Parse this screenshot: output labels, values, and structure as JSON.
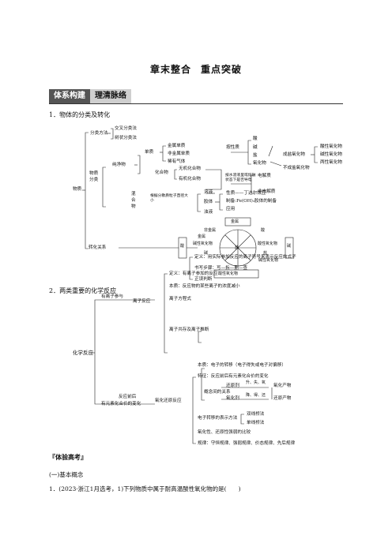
{
  "page": {
    "title_part1": "章末整合",
    "title_part2": "重点突破",
    "banner_left": "体系构建",
    "banner_right": "理清脉络"
  },
  "section1": {
    "heading": "1．物体的分类及转化",
    "root": "物质",
    "classify_methods": "分类方法",
    "method1": "交叉分类法",
    "method2": "树状分类法",
    "wuzhi_fenlei": "物质分类",
    "pure": "纯净物",
    "simple": "单质",
    "simple1": "金属单质",
    "simple2": "非金属单质",
    "simple3": "稀有气体",
    "compound": "化合物",
    "inorganic": "无机化合物",
    "organic": "有机化合物",
    "by_property": "按性质",
    "acid": "酸",
    "base": "碱",
    "salt": "盐",
    "oxide": "氧化物",
    "salt_forming_oxide": "成盐氧化物",
    "acidic_oxide": "酸性氧化物",
    "basic_oxide": "碱性氧化物",
    "amphoteric_oxide": "两性氧化物",
    "non_salt_oxide": "不成盐氧化物",
    "electrolyte_criterion": "按水溶液里或熔融状态下是否导电",
    "electrolyte": "电解质",
    "non_electrolyte": "非电解质",
    "mixture": "混合物",
    "dispersion_basis": "根据分散质粒子直径大小",
    "solution": "溶液",
    "colloid": "胶体",
    "suspension": "浊液",
    "colloid_prop": "性质——丁达尔效应",
    "colloid_prep": "制备:Fe(OH)₃胶体的制备",
    "colloid_app": "应用",
    "transform": "转化关系",
    "wheel_metal": "金属",
    "wheel_nonmetal": "非金属",
    "wheel_basic_oxide": "碱性氧化物",
    "wheel_acidic_oxide": "酸性氧化物",
    "wheel_base": "碱",
    "wheel_acid": "酸",
    "wheel_salt": "盐",
    "wheel_corner_acid": "酸",
    "wheel_corner_base": "碱",
    "wheel_bottom": "酸性氧化物",
    "wheel_top": "金属"
  },
  "section2": {
    "heading": "2．两类重要的化学反应",
    "root": "化学反应",
    "ion_branch_label": "有离子参与",
    "ion_reaction": "离子反应",
    "ion_def": "定义：有离子参加的反应",
    "ion_essence": "本质：反应物的某些离子的浓度减小",
    "ion_equation": "离子方程式",
    "eq_def": "定义：用实际参加反应的离子符号来表示反应的式子",
    "eq_steps": "书写步骤：写—拆—删—查",
    "eq_judge": "正误判断",
    "ion_coexist": "离子共存及离子推断",
    "redox_branch_label_1": "反应前后",
    "redox_branch_label_2": "有元素化合价的变化",
    "redox": "氧化还原反应",
    "redox_essence": "本质：电子的转移（电子得失或电子对偏移）",
    "redox_feature": "特征：反应前后有元素化合价的变化",
    "concept": "概念间的关系",
    "reductant": "还原剂",
    "reductant_note": "升、失、氧",
    "ox_product": "氧化产物",
    "oxidant": "氧化剂",
    "oxidant_note": "降、得、还",
    "red_product": "还原产物",
    "transfer": "电子转移的表示方法",
    "double_bridge": "双线桥法",
    "single_bridge": "单线桥法",
    "strength": "氧化性、还原性强弱的比较",
    "laws": "规律：守恒规律、强弱规律、价态规律、先后规律"
  },
  "exam": {
    "heading": "体验高考",
    "section": "(一)基本概念",
    "q1": "1．(2023·浙江1月选考，1)下列物质中属于耐高温酸性氧化物的是(　　)"
  }
}
